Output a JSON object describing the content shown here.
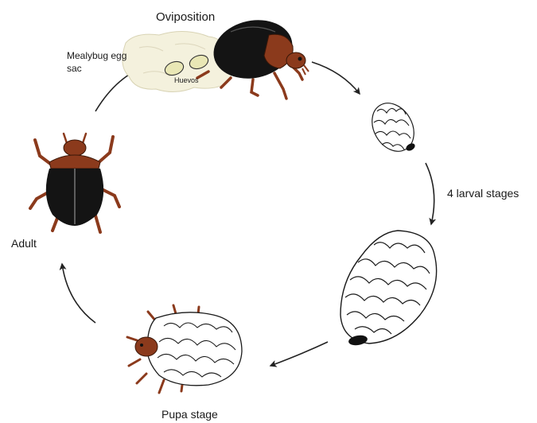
{
  "labels": {
    "oviposition": "Oviposition",
    "mealybug_egg_sac": "Mealybug egg sac",
    "eggs": "Huevos",
    "larval_stages": "4 larval stages",
    "adult": "Adult",
    "pupa_stage": "Pupa stage"
  },
  "colors": {
    "beetle_elytra": "#141414",
    "beetle_head_legs": "#8b3a1c",
    "egg_sac": "#f4f1dd",
    "eggs": "#e9e7b5",
    "larva_fill": "#ffffff",
    "outline": "#1a1a1a",
    "arrow": "#222222"
  }
}
